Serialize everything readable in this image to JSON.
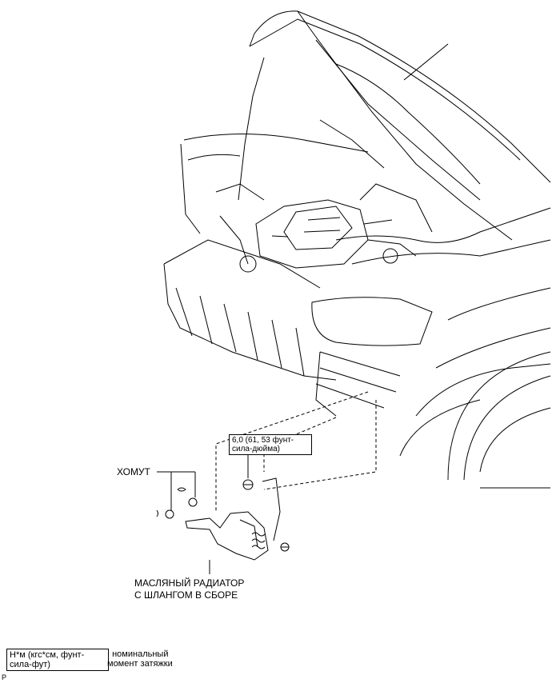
{
  "labels": {
    "clamp": "ХОМУТ",
    "oil_cooler_line1": "МАСЛЯНЫЙ РАДИАТОР",
    "oil_cooler_line2": "С ШЛАНГОМ В СБОРЕ",
    "torque_line1": "6,0 (61, 53 фунт-",
    "torque_line2": "сила-дюйма)"
  },
  "legend": {
    "unit_line1": "Н*м (кгс*см, фунт-",
    "unit_line2": "сила-фут)",
    "desc_line1": ": номинальный",
    "desc_line2": "момент затяжки"
  },
  "figure_code": "P"
}
